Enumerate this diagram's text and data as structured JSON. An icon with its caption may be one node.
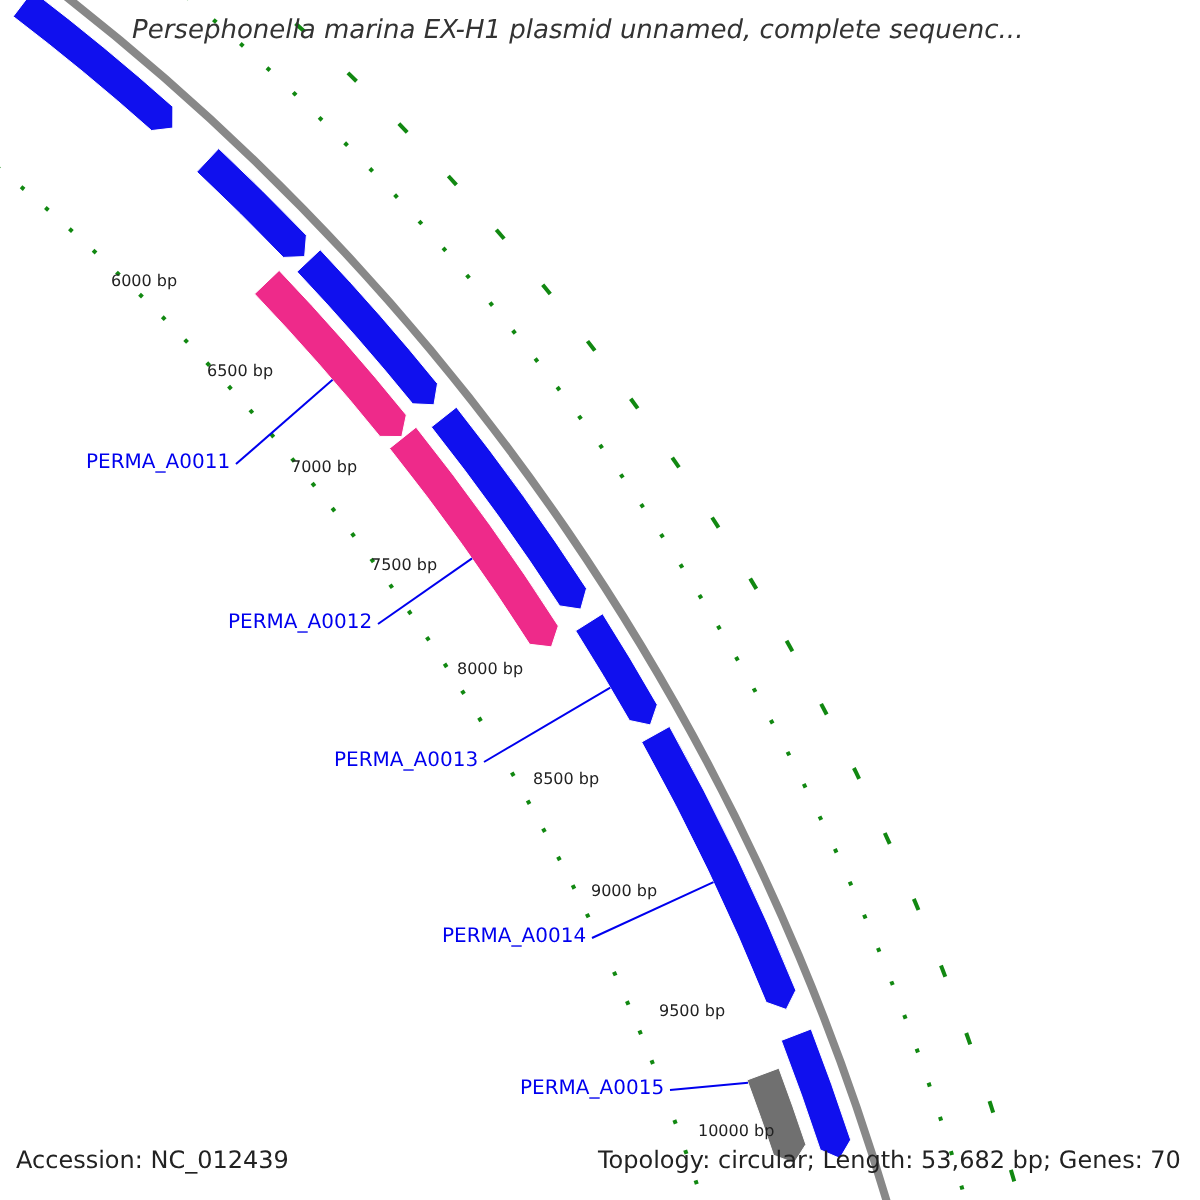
{
  "diagram": {
    "title": "Persephonella marina EX-H1 plasmid unnamed, complete sequenc...",
    "nodes": [
      {
        "text": [
          "PERMA_A0011"
        ]
      },
      {
        "text": [
          "PERMA_A0012"
        ]
      },
      {
        "text": [
          "PERMA_A0013"
        ]
      },
      {
        "text": [
          "PERMA_A0014"
        ]
      },
      {
        "text": [
          "PERMA_A0015"
        ]
      },
      {
        "text": [],
        "shape": "bar"
      },
      {
        "text": [],
        "shape": "bar"
      },
      {
        "text": [],
        "shape": "bar"
      },
      {
        "text": [],
        "shape": "bar"
      },
      {
        "text": [],
        "shape": "bar"
      },
      {
        "text": [],
        "shape": "bar"
      },
      {
        "text": [],
        "shape": "bar"
      },
      {
        "text": [],
        "shape": "bar"
      },
      {
        "text": [],
        "shape": "bar"
      },
      {
        "text": [],
        "shape": "bar"
      }
    ],
    "edges": [
      {
        "from": 0,
        "to": 7,
        "arrow": "none"
      },
      {
        "from": 1,
        "to": 9,
        "arrow": "none"
      },
      {
        "from": 2,
        "to": 11,
        "arrow": "none"
      },
      {
        "from": 3,
        "to": 12,
        "arrow": "none"
      },
      {
        "from": 4,
        "to": 13,
        "arrow": "none"
      }
    ],
    "labels": [
      "6000 bp",
      "6500 bp",
      "7000 bp",
      "7500 bp",
      "8000 bp",
      "8500 bp",
      "9000 bp",
      "9500 bp",
      "10000 bp",
      "Accession: NC_012439",
      "Topology: circular; Length: 53,682 bp; Genes: 70"
    ]
  }
}
